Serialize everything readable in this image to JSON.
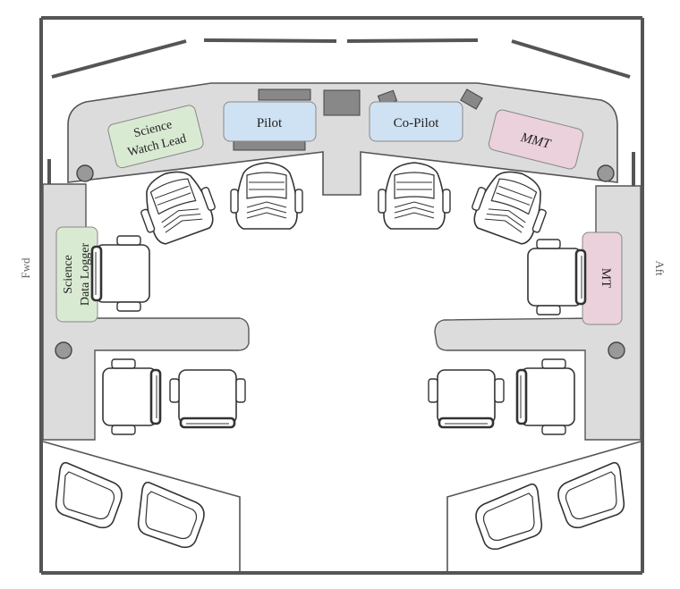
{
  "colors": {
    "console_fill": "#dcdcdc",
    "console_stroke": "#555555",
    "wall": "#555555",
    "blue_station": "#cfe2f3",
    "green_station": "#d9ead3",
    "pink_station": "#ead1dc",
    "dark_block": "#888888"
  },
  "sides": {
    "forward": "Fwd",
    "aft": "Aft"
  },
  "stations": {
    "science_watch_lead": {
      "line1": "Science",
      "line2": "Watch Lead",
      "color": "green"
    },
    "pilot": {
      "label": "Pilot",
      "color": "blue"
    },
    "co_pilot": {
      "label": "Co-Pilot",
      "color": "blue"
    },
    "mmt": {
      "label": "MMT",
      "color": "pink"
    },
    "science_data_logger": {
      "line1": "Science",
      "line2": "Data Logger",
      "color": "green"
    },
    "mt": {
      "label": "MT",
      "color": "pink"
    }
  },
  "icons": {
    "seat": "office-chair-icon",
    "round_marker": "circle-marker-icon",
    "rear_seat": "passenger-seat-icon"
  }
}
